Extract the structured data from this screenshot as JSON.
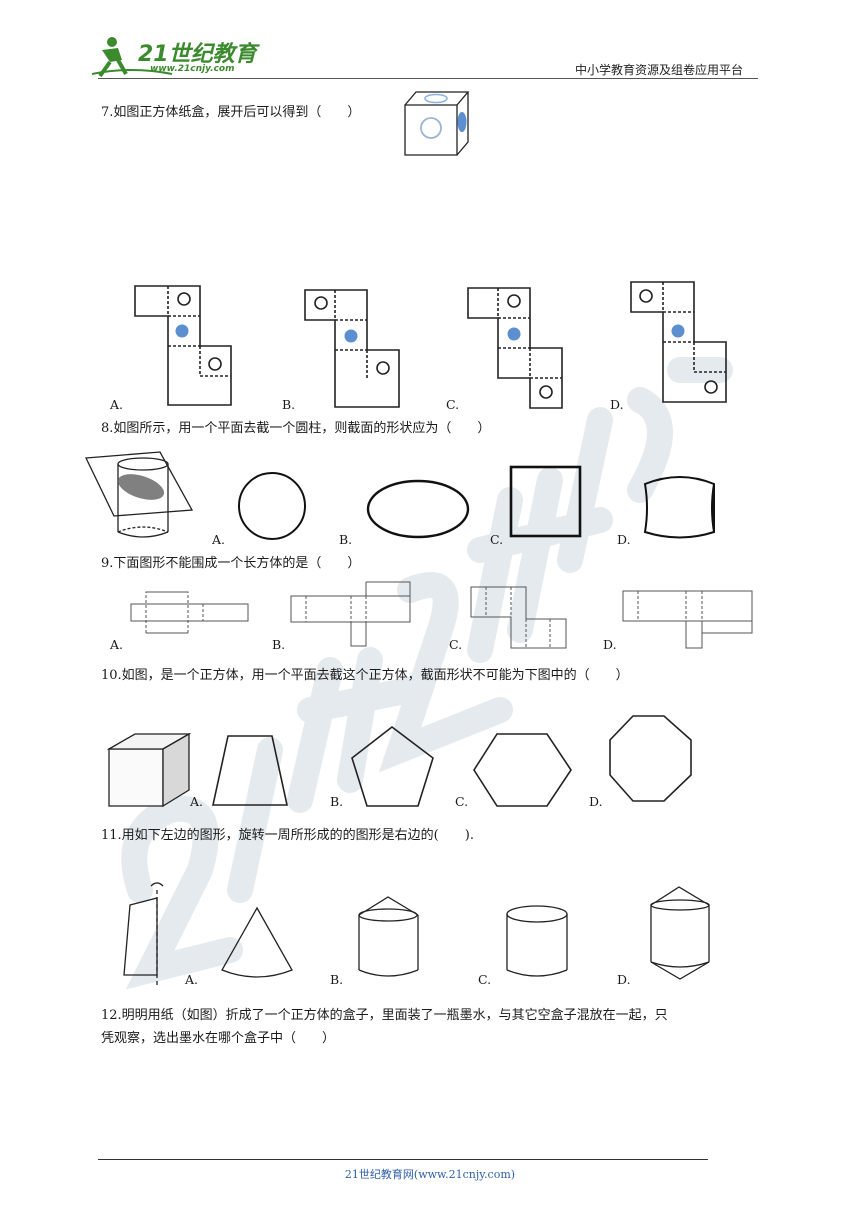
{
  "header": {
    "logo_text": "21世纪教育",
    "logo_url": "www.21cnjy.com",
    "right_title": "中小学教育资源及组卷应用平台"
  },
  "questions": {
    "q7": {
      "stem": "7.如图正方体纸盒，展开后可以得到（　　）",
      "options": [
        "A.",
        "B.",
        "C.",
        "D."
      ]
    },
    "q8": {
      "stem": "8.如图所示，用一个平面去截一个圆柱，则截面的形状应为（　　）",
      "options": [
        "A.",
        "B.",
        "C.",
        "D."
      ]
    },
    "q9": {
      "stem": "9.下面图形不能围成一个长方体的是（　　）",
      "options": [
        "A.",
        "B.",
        "C.",
        "D."
      ]
    },
    "q10": {
      "stem": "10.如图，是一个正方体，用一个平面去截这个正方体，截面形状不可能为下图中的（　　）",
      "options": [
        "A.",
        "B.",
        "C.",
        "D."
      ]
    },
    "q11": {
      "stem": "11.用如下左边的图形，旋转一周所形成的的图形是右边的(　　).",
      "options": [
        "A.",
        "B.",
        "C.",
        "D."
      ]
    },
    "q12": {
      "stem_line1": "12.明明用纸（如图）折成了一个正方体的盒子，里面装了一瓶墨水，与其它空盒子混放在一起，只",
      "stem_line2": "凭观察，选出墨水在哪个盒子中（　　）"
    }
  },
  "footer": {
    "text": "21世纪教育网(www.21cnjy.com)"
  },
  "colors": {
    "blue_dot": "#5b8fd0",
    "header_line": "#555555",
    "footer_text": "#2f5fa8",
    "logo_green": "#3c8a2e"
  }
}
